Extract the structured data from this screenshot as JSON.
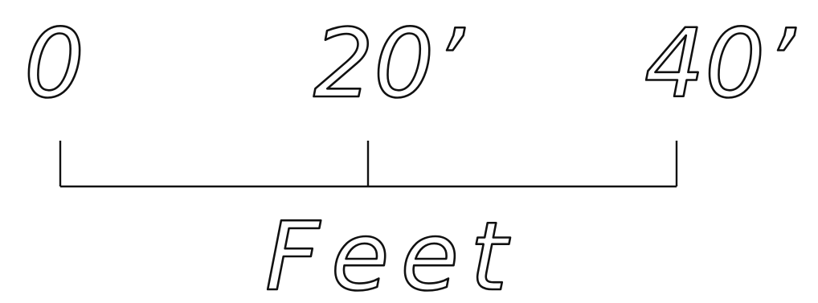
{
  "scale_bar": {
    "labels": [
      "0",
      "20’",
      "40’"
    ],
    "unit": "Feet"
  },
  "colors": {
    "ink": "#111111",
    "background": "#ffffff"
  }
}
